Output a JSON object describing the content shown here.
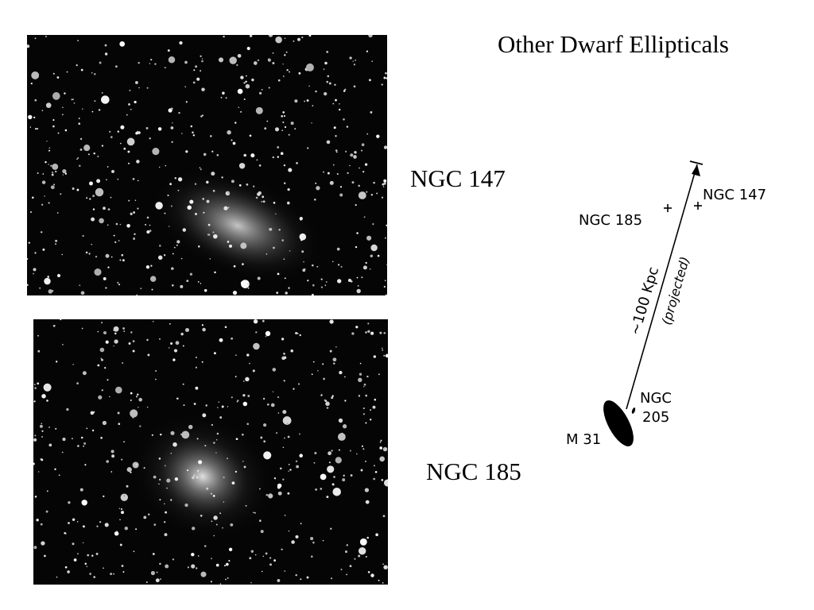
{
  "slide": {
    "title": "Other Dwarf Ellipticals"
  },
  "photos": [
    {
      "caption": "NGC 147",
      "icon": "galaxy-photo-icon"
    },
    {
      "caption": "NGC 185",
      "icon": "galaxy-photo-icon"
    }
  ],
  "diagram": {
    "labels": {
      "ngc185": "NGC 185",
      "ngc147": "NGC 147",
      "ngc205_line1": "NGC",
      "ngc205_line2": "205",
      "m31": "M 31",
      "distance": "~100 Kpc",
      "projected": "(projected)"
    }
  }
}
